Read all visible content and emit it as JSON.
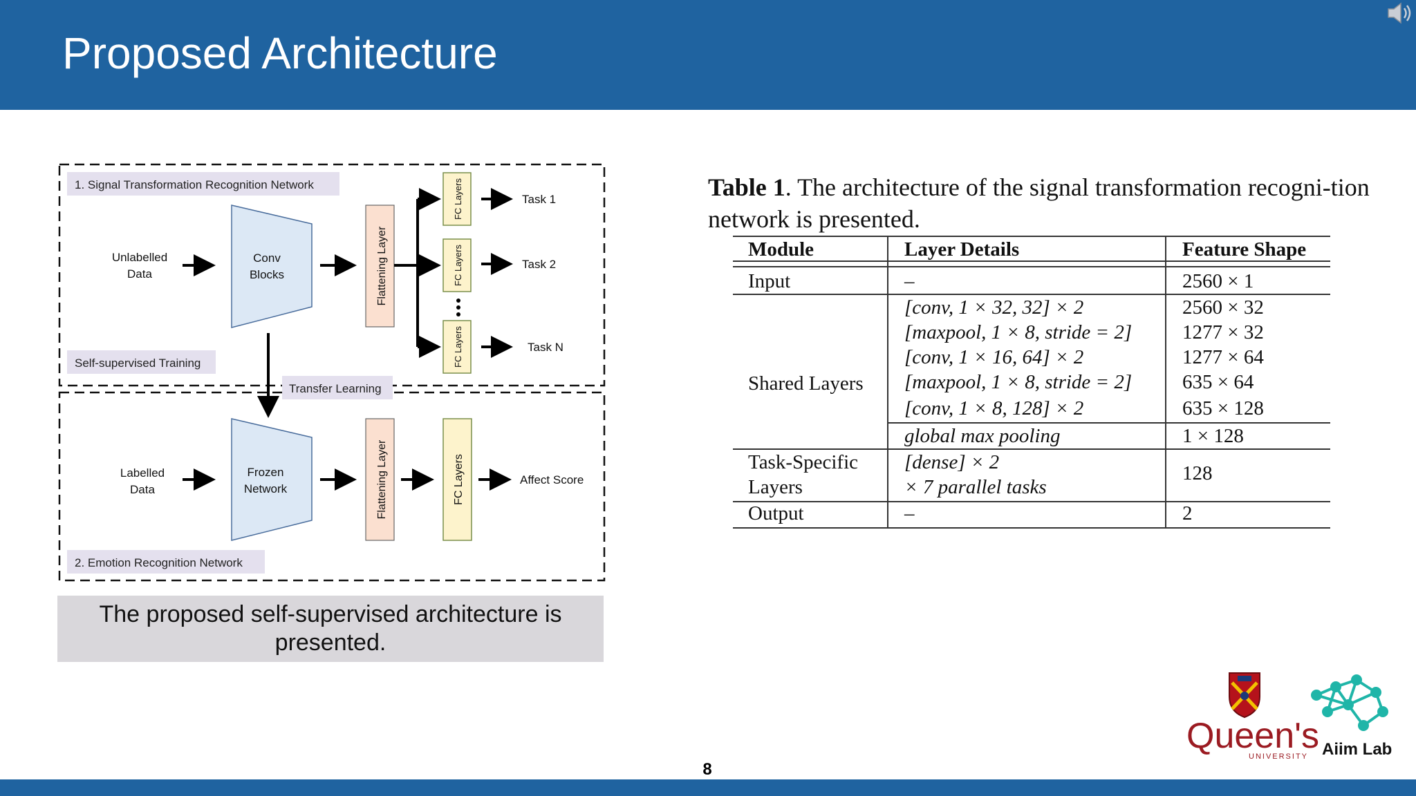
{
  "slide": {
    "title": "Proposed Architecture",
    "page_number": "8"
  },
  "diagram": {
    "section1_label": "1. Signal Transformation Recognition Network",
    "section2_label": "2. Emotion Recognition Network",
    "self_supervised_label": "Self-supervised Training",
    "transfer_label": "Transfer Learning",
    "unlabelled_line1": "Unlabelled",
    "unlabelled_line2": "Data",
    "conv_line1": "Conv",
    "conv_line2": "Blocks",
    "flattening": "Flattening Layer",
    "fc_layers": "FC Layers",
    "task1": "Task 1",
    "task2": "Task 2",
    "taskN": "Task N",
    "labelled_line1": "Labelled",
    "labelled_line2": "Data",
    "frozen_line1": "Frozen",
    "frozen_line2": "Network",
    "affect": "Affect Score",
    "colors": {
      "trapezoid": "#dce8f5",
      "flatten": "#fbe0d0",
      "fc": "#fdf3cc",
      "label_bg": "#e4e0ee"
    }
  },
  "caption": "The proposed self-supervised architecture is presented.",
  "table": {
    "caption_bold": "Table 1",
    "caption_text": ". The architecture of the signal transformation recogni-tion network is presented.",
    "headers": [
      "Module",
      "Layer Details",
      "Feature Shape"
    ],
    "input_row": {
      "module": "Input",
      "details": "–",
      "shape": "2560 × 1"
    },
    "shared_module": "Shared Layers",
    "shared_rows": [
      {
        "details": "[conv, 1 × 32, 32] × 2",
        "shape": "2560 × 32"
      },
      {
        "details": "[maxpool, 1 × 8, stride = 2]",
        "shape": "1277 × 32"
      },
      {
        "details": "[conv, 1 × 16, 64] × 2",
        "shape": "1277 × 64"
      },
      {
        "details": "[maxpool, 1 × 8, stride = 2]",
        "shape": "635 × 64"
      },
      {
        "details": "[conv, 1 × 8, 128] × 2",
        "shape": "635 × 128"
      }
    ],
    "pooling_row": {
      "details": "global max pooling",
      "shape": "1 × 128"
    },
    "task_row": {
      "module_line1": "Task-Specific",
      "module_line2": "Layers",
      "details_line1": "[dense] × 2",
      "details_line2": "× 7 parallel tasks",
      "shape": "128"
    },
    "output_row": {
      "module": "Output",
      "details": "–",
      "shape": "2"
    }
  },
  "logos": {
    "queens_word": "Queen's",
    "queens_sub": "UNIVERSITY",
    "aiim": "Aiim Lab"
  }
}
